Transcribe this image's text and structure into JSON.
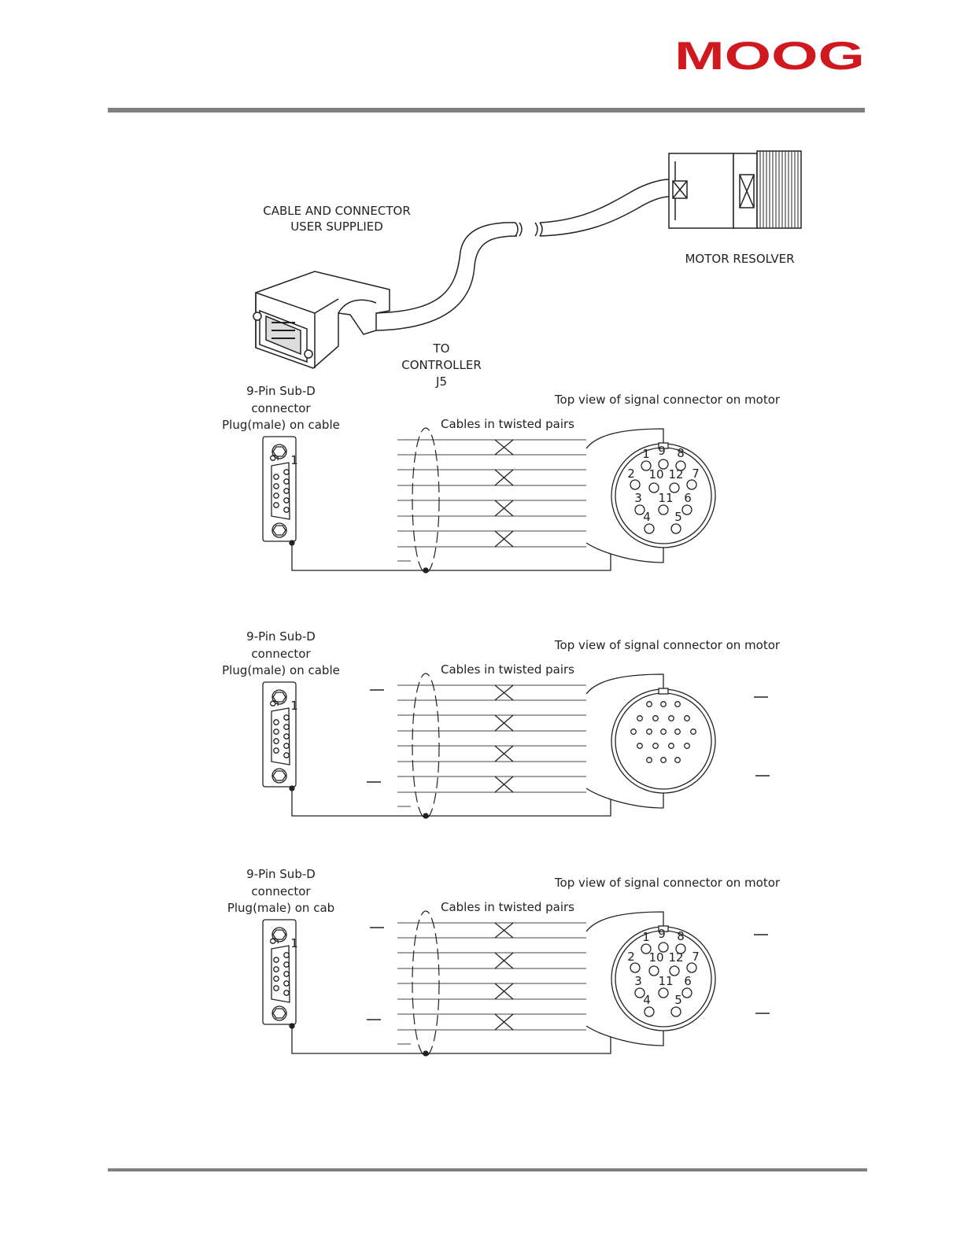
{
  "header": {
    "logo_text": "MOOG",
    "logo_color": "#d0191e",
    "rule_color": "#7f7f7f"
  },
  "overview": {
    "cable_label_line1": "CABLE AND CONNECTOR",
    "cable_label_line2": "USER SUPPLIED",
    "motor_label": "MOTOR RESOLVER",
    "to_label_line1": "TO",
    "to_label_line2": "CONTROLLER",
    "to_label_line3": "J5"
  },
  "diagrams": [
    {
      "sub_d_line1": "9-Pin Sub-D",
      "sub_d_line2": "connector",
      "sub_d_line3": "Plug(male) on cable",
      "sub_d_pin_labels": [
        "6",
        "1"
      ],
      "twisted_pairs_label": "Cables in twisted pairs",
      "motor_connector_label": "Top view of signal connector on motor",
      "connector_pins": [
        "1",
        "9",
        "8",
        "2",
        "10",
        "12",
        "7",
        "3",
        "11",
        "6",
        "4",
        "5"
      ]
    },
    {
      "sub_d_line1": "9-Pin Sub-D",
      "sub_d_line2": "connector",
      "sub_d_line3": "Plug(male) on cable",
      "sub_d_pin_labels": [
        "6",
        "1"
      ],
      "twisted_pairs_label": "Cables in twisted pairs",
      "motor_connector_label": "Top view of signal connector on motor",
      "connector_pins": []
    },
    {
      "sub_d_line1": "9-Pin Sub-D",
      "sub_d_line2": "connector",
      "sub_d_line3": "Plug(male) on cab",
      "sub_d_pin_labels": [
        "6",
        "1"
      ],
      "twisted_pairs_label": "Cables in twisted pairs",
      "motor_connector_label": "Top view of signal connector on motor",
      "connector_pins": [
        "1",
        "9",
        "8",
        "2",
        "10",
        "12",
        "7",
        "3",
        "11",
        "6",
        "4",
        "5"
      ]
    }
  ]
}
